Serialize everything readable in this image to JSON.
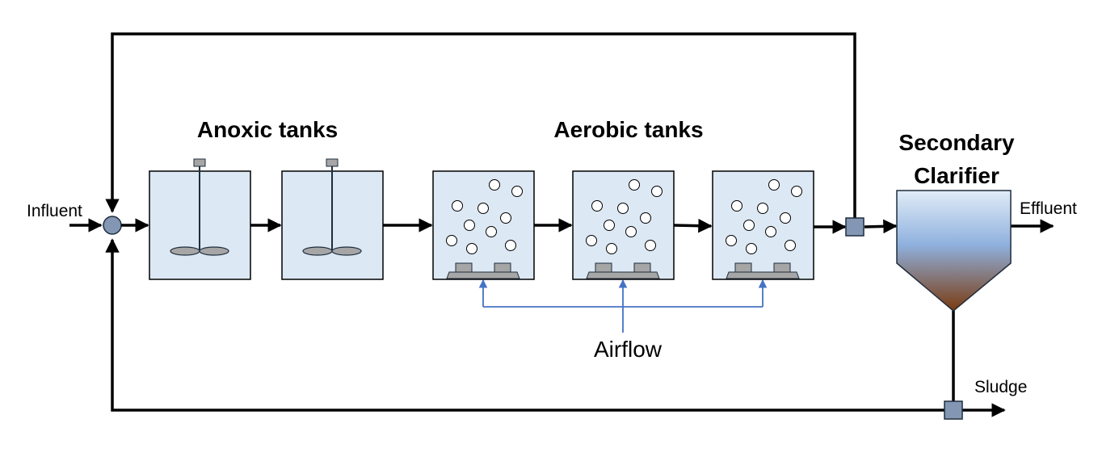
{
  "labels": {
    "anoxic": "Anoxic tanks",
    "aerobic": "Aerobic tanks",
    "clarifier_line1": "Secondary",
    "clarifier_line2": "Clarifier",
    "influent": "Influent",
    "effluent": "Effluent",
    "sludge": "Sludge",
    "airflow": "Airflow"
  },
  "colors": {
    "tank_fill": "#dce8f4",
    "device_fill": "#a6a6a6",
    "node_fill": "#8397b5",
    "air_line": "#4472c4",
    "clarifier_top": "#e1ecf7",
    "clarifier_mid": "#8fb1de",
    "clarifier_bottom": "#7a3b10"
  },
  "tanks": {
    "anoxic_count": 2,
    "aerobic_count": 3
  }
}
